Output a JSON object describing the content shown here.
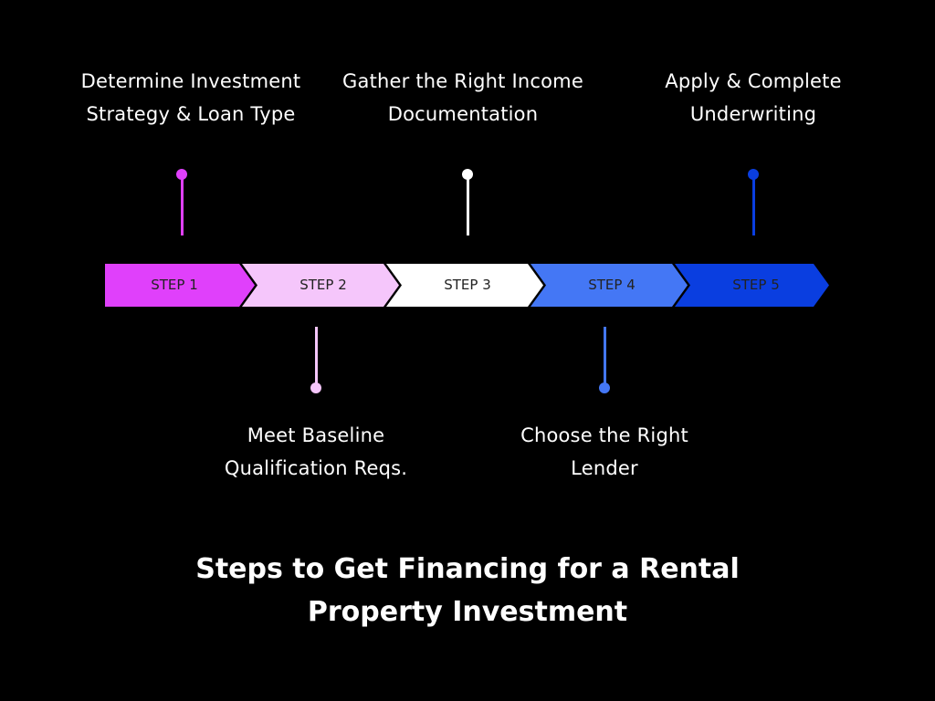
{
  "title": {
    "line1": "Steps to Get Financing for a Rental",
    "line2": "Property Investment"
  },
  "steps": [
    {
      "label": "STEP 1",
      "color": "#e040fb",
      "description_line1": "Determine  Investment",
      "description_line2": "Strategy & Loan Type",
      "position": "top"
    },
    {
      "label": "STEP 2",
      "color": "#f5c6fb",
      "description_line1": "Meet Baseline",
      "description_line2": "Qualification Reqs.",
      "position": "bottom"
    },
    {
      "label": "STEP 3",
      "color": "#ffffff",
      "description_line1": "Gather the Right Income",
      "description_line2": "Documentation",
      "position": "top"
    },
    {
      "label": "STEP 4",
      "color": "#4477f5",
      "description_line1": "Choose the Right",
      "description_line2": "Lender",
      "position": "bottom"
    },
    {
      "label": "STEP 5",
      "color": "#0a3ee0",
      "description_line1": "Apply & Complete",
      "description_line2": "Underwriting",
      "position": "top"
    }
  ]
}
